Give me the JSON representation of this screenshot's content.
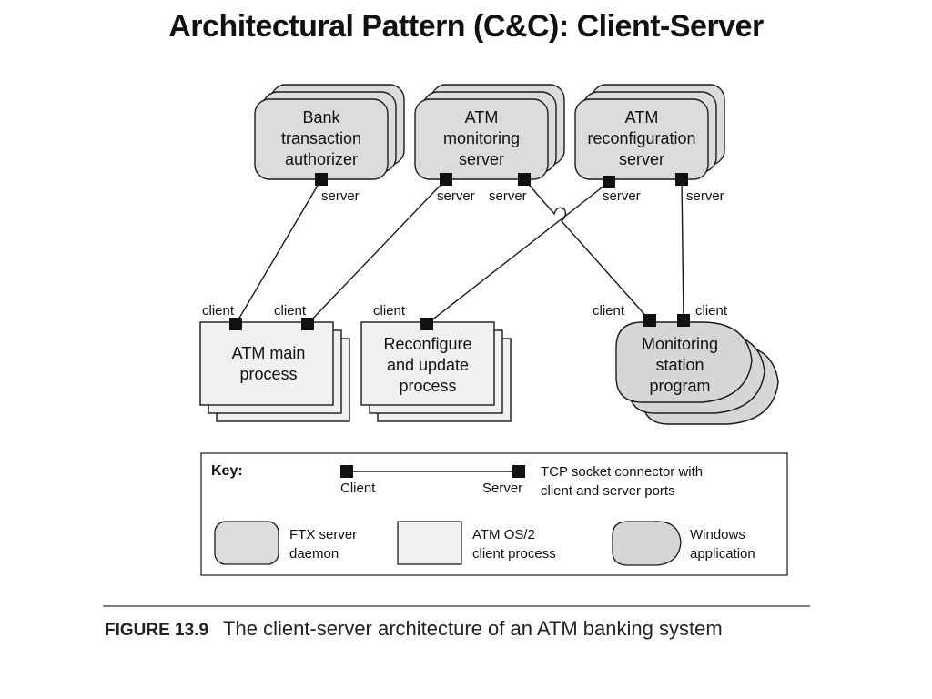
{
  "title": "Architectural Pattern (C&C): Client-Server",
  "components": {
    "bank_authorizer": [
      "Bank",
      "transaction",
      "authorizer"
    ],
    "atm_monitoring": [
      "ATM",
      "monitoring",
      "server"
    ],
    "atm_reconfig": [
      "ATM",
      "reconfiguration",
      "server"
    ],
    "atm_main": [
      "ATM main",
      "process"
    ],
    "reconfigure_update": [
      "Reconfigure",
      "and update",
      "process"
    ],
    "monitoring_station": [
      "Monitoring",
      "station",
      "program"
    ]
  },
  "port_labels": {
    "server": "server",
    "client": "client"
  },
  "key": {
    "heading": "Key:",
    "client_label": "Client",
    "server_label": "Server",
    "connector_desc": [
      "TCP socket connector with",
      "client and server ports"
    ],
    "ftx_desc": [
      "FTX server",
      "daemon"
    ],
    "os2_desc": [
      "ATM OS/2",
      "client process"
    ],
    "windows_desc": [
      "Windows",
      "application"
    ]
  },
  "caption": {
    "figure": "FIGURE 13.9",
    "text": "The client-server architecture of an ATM banking system"
  },
  "colors": {
    "component_fill": "#dcdcdc",
    "client_fill": "#f0f0f0",
    "stroke": "#1a1a1a",
    "port": "#111111"
  }
}
